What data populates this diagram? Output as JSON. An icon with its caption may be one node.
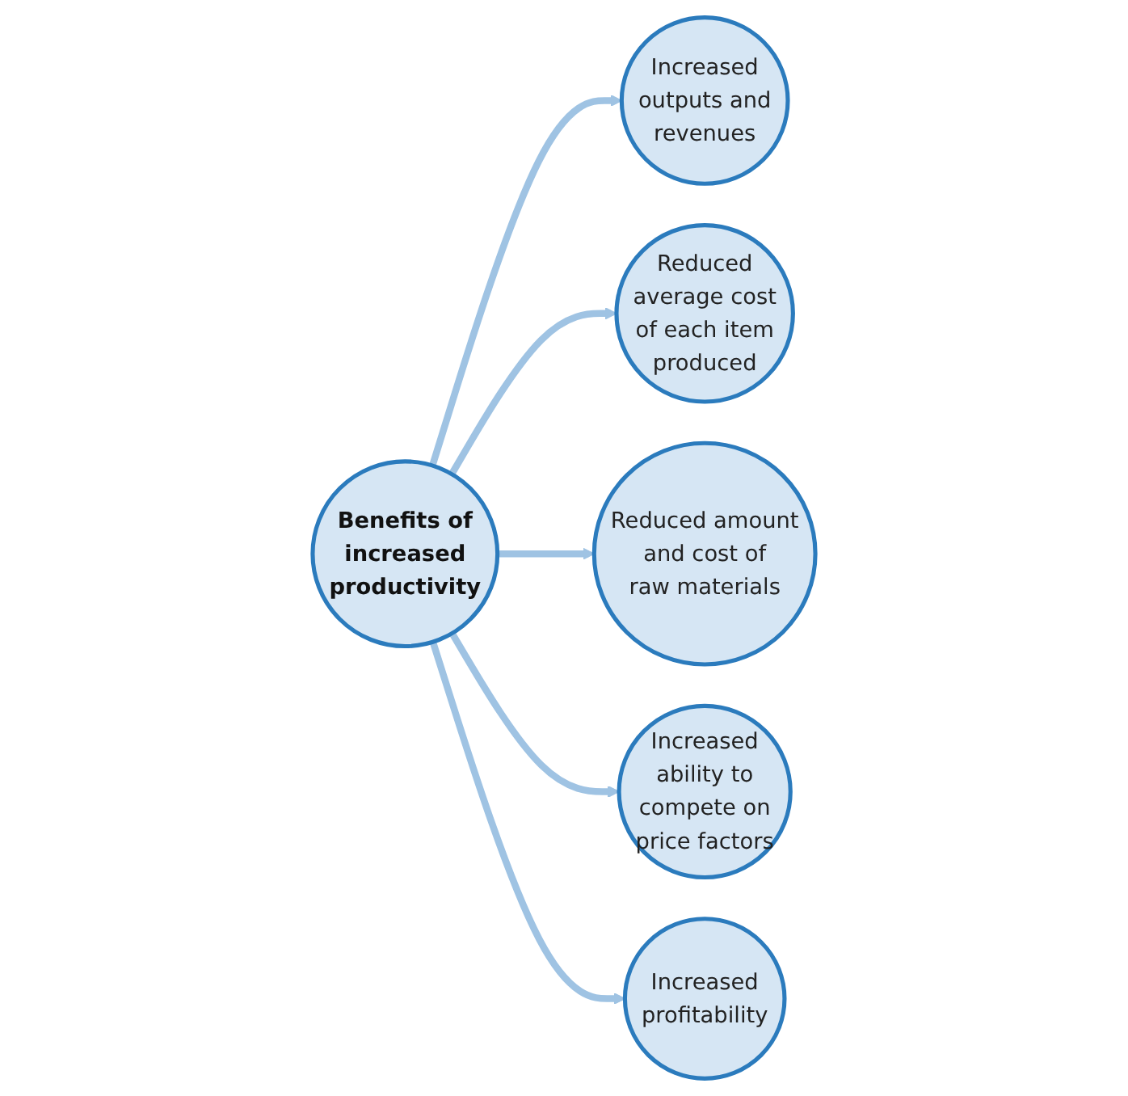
{
  "diagram": {
    "nodes": [
      {
        "text": [
          "Increased outputs and revenues"
        ]
      },
      {
        "text": [
          "Increased profitability"
        ]
      },
      {
        "text": [
          "Reduced average cost of each item produced"
        ]
      },
      {
        "text": [
          "Benefits of increased productivity"
        ]
      },
      {
        "text": [
          "Increased ability to compete on price factors"
        ]
      },
      {
        "text": [
          "Reduced amount and cost of raw materials"
        ]
      }
    ],
    "edges": [
      {
        "from": 3,
        "to": 0,
        "arrow": "to"
      },
      {
        "from": 3,
        "to": 2,
        "arrow": "to"
      },
      {
        "from": 3,
        "to": 5,
        "arrow": "to"
      },
      {
        "from": 3,
        "to": 4,
        "arrow": "to"
      },
      {
        "from": 3,
        "to": 1,
        "arrow": "to"
      }
    ]
  }
}
